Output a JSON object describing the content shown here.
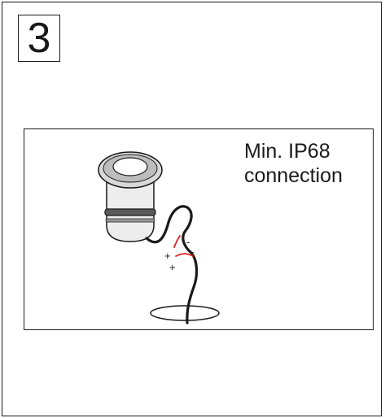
{
  "step": {
    "number": "3"
  },
  "caption": {
    "line1": "Min. IP68",
    "line2": "connection"
  },
  "polarity": {
    "plus": "+",
    "minus": "-"
  },
  "colors": {
    "line": "#1a1a1a",
    "accent": "#e02020",
    "fill_light": "#e6e6e6",
    "fill_mid": "#bdbdbd"
  },
  "icons": {
    "luminaire": "recessed-ground-light-icon",
    "cable": "cable-icon",
    "hole": "ground-hole-icon"
  }
}
